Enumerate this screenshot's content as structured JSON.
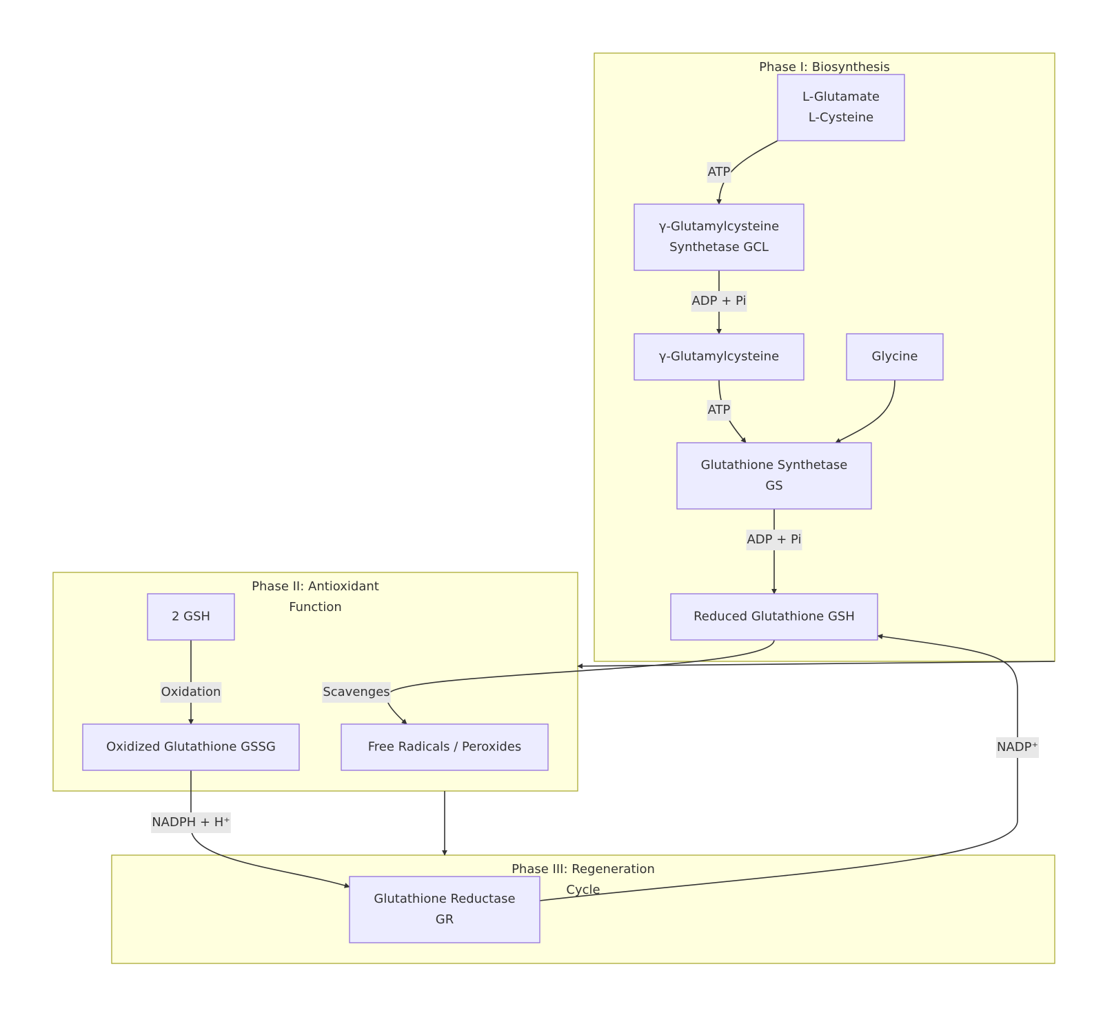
{
  "groups": {
    "phase1": {
      "title_lines": [
        "Phase I: Biosynthesis"
      ]
    },
    "phase2": {
      "title_lines": [
        "Phase II: Antioxidant",
        "Function"
      ]
    },
    "phase3": {
      "title_lines": [
        "Phase III: Regeneration",
        "Cycle"
      ]
    }
  },
  "nodes": {
    "substrates": {
      "lines": [
        "L-Glutamate",
        "L-Cysteine"
      ]
    },
    "gcl": {
      "lines": [
        "γ-Glutamylcysteine",
        "Synthetase GCL"
      ]
    },
    "gamma_gc": {
      "lines": [
        "γ-Glutamylcysteine"
      ]
    },
    "glycine": {
      "lines": [
        "Glycine"
      ]
    },
    "gs": {
      "lines": [
        "Glutathione Synthetase",
        "GS"
      ]
    },
    "gsh": {
      "lines": [
        "Reduced Glutathione GSH"
      ]
    },
    "two_gsh": {
      "lines": [
        "2 GSH"
      ]
    },
    "gssg": {
      "lines": [
        "Oxidized Glutathione GSSG"
      ]
    },
    "radicals": {
      "lines": [
        "Free Radicals / Peroxides"
      ]
    },
    "gr": {
      "lines": [
        "Glutathione Reductase",
        "GR"
      ]
    }
  },
  "edges": {
    "substrates_to_gcl": {
      "label": "ATP"
    },
    "gcl_to_gamma_gc": {
      "label": "ADP + Pi"
    },
    "gamma_gc_to_gs": {
      "label": "ATP"
    },
    "glycine_to_gs": {
      "label": ""
    },
    "gs_to_gsh": {
      "label": "ADP + Pi"
    },
    "two_gsh_to_gssg": {
      "label": "Oxidation"
    },
    "gsh_to_radicals": {
      "label": "Scavenges"
    },
    "gssg_to_gr": {
      "label": "NADPH + H⁺"
    },
    "gr_to_gsh": {
      "label": "NADP⁺"
    },
    "phase1_to_phase2": {
      "label": ""
    },
    "phase2_to_phase3": {
      "label": ""
    }
  }
}
